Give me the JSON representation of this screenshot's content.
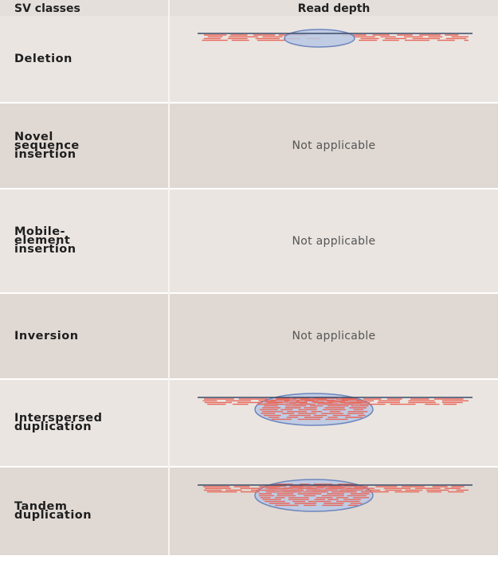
{
  "header": {
    "col_left": "SV classes",
    "col_right": "Read depth"
  },
  "rows": [
    {
      "label": "Deletion",
      "cell": ""
    },
    {
      "label": "Novel\nsequence\ninsertion",
      "cell": "Not applicable"
    },
    {
      "label": "Mobile-\nelement\ninsertion",
      "cell": "Not applicable"
    },
    {
      "label": "Inversion",
      "cell": "Not applicable"
    },
    {
      "label": "Interspersed\nduplication",
      "cell": ""
    },
    {
      "label": "Tandem\nduplication",
      "cell": ""
    }
  ],
  "colors": {
    "read": "#e8675a",
    "reference_line": "#3b4a66",
    "highlight_fill": "#b9c8e4",
    "highlight_stroke": "#6e86bd"
  }
}
